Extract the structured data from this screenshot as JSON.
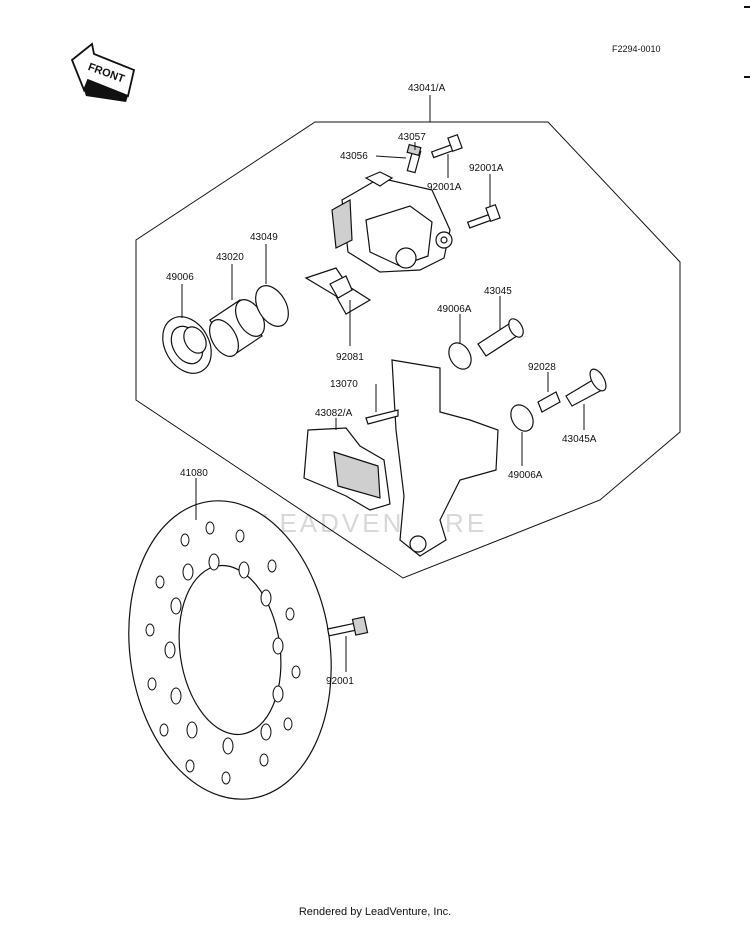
{
  "figure": {
    "id": "F2294-0010",
    "footer": "Rendered by LeadVenture, Inc.",
    "watermark": "LEADVENTURE",
    "front_label": "FRONT"
  },
  "labels": {
    "p43041A": "43041/A",
    "p43057": "43057",
    "p43056": "43056",
    "p92001A_top": "92001A",
    "p92001A_right": "92001A",
    "p43049": "43049",
    "p43020": "43020",
    "p49006": "49006",
    "p92081": "92081",
    "p43045": "43045",
    "p49006A_top": "49006A",
    "p92028": "92028",
    "p13070": "13070",
    "p43082A": "43082/A",
    "p43045A": "43045A",
    "p49006A_bottom": "49006A",
    "p41080": "41080",
    "p92001": "92001"
  }
}
